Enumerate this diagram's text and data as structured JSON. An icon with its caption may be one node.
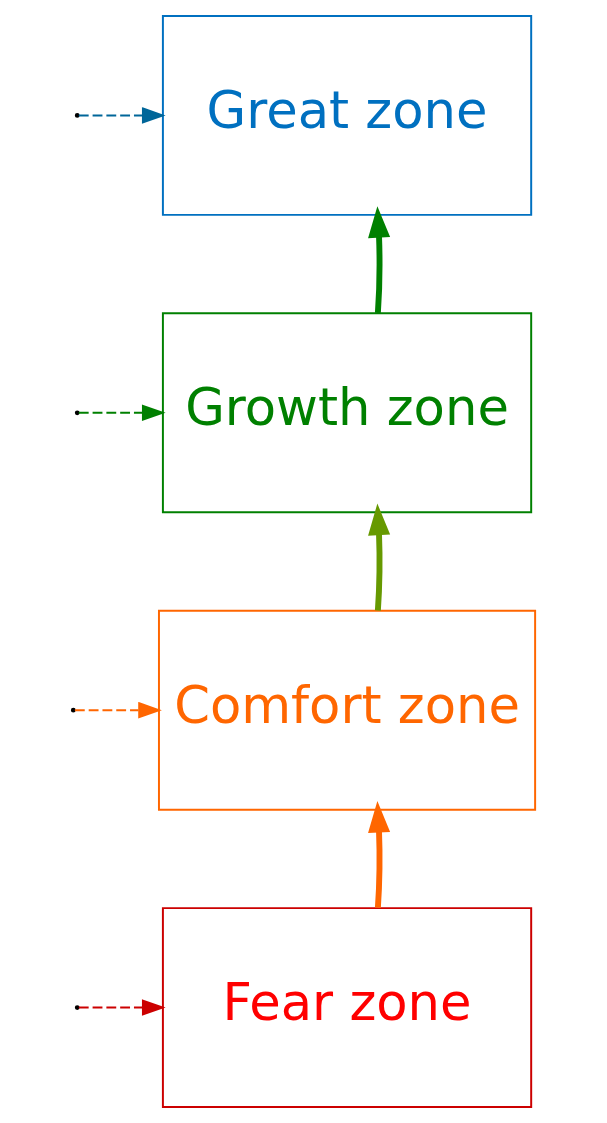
{
  "diagram": {
    "nodes": [
      {
        "text": [
          "Great zone"
        ]
      },
      {
        "text": [
          "Growth zone"
        ]
      },
      {
        "text": [
          "Comfort zone"
        ]
      },
      {
        "text": [
          "Fear zone"
        ]
      }
    ],
    "edges": [
      {
        "from": null,
        "to": 0,
        "arrow": "to",
        "style": "dashed",
        "color": "#006699"
      },
      {
        "from": null,
        "to": 1,
        "arrow": "to",
        "style": "dashed",
        "color": "#008000"
      },
      {
        "from": 1,
        "to": 0,
        "arrow": "to",
        "style": "thick",
        "color": "#008000"
      },
      {
        "from": 2,
        "to": 1,
        "arrow": "to",
        "style": "thick",
        "color": "#669900"
      },
      {
        "from": null,
        "to": 2,
        "arrow": "to",
        "style": "dashed",
        "color": "#ff6600"
      },
      {
        "from": null,
        "to": 3,
        "arrow": "to",
        "style": "dashed",
        "color": "#cc0000"
      },
      {
        "from": 3,
        "to": 2,
        "arrow": "to",
        "style": "thick",
        "color": "#ff6600"
      }
    ]
  }
}
